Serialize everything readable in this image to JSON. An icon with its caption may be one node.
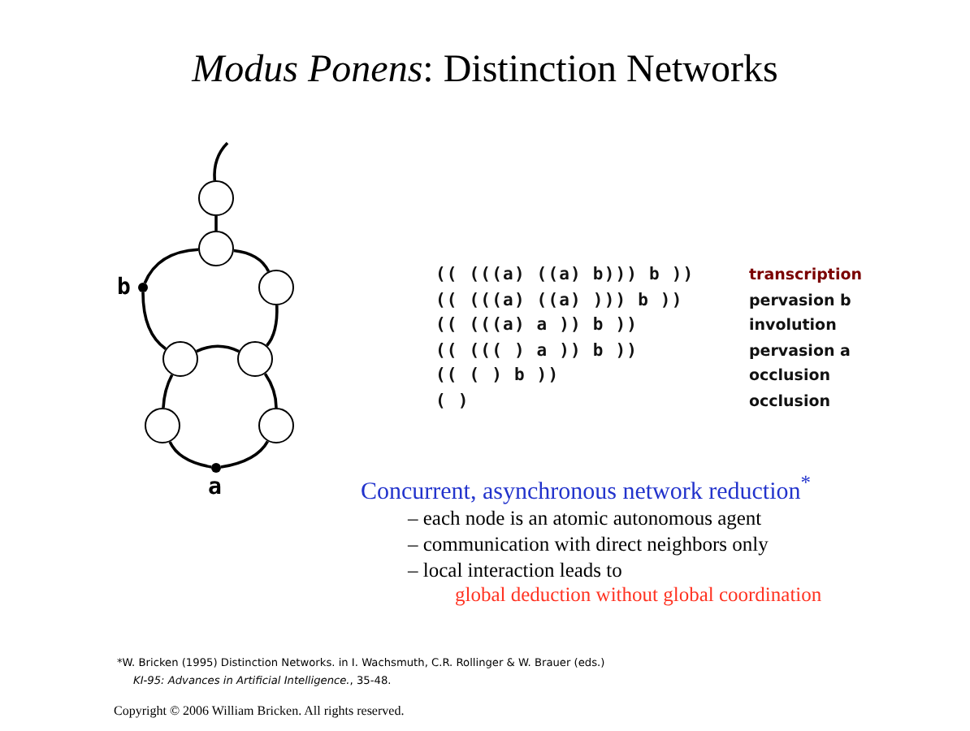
{
  "diagram": {
    "title": "*Modus Ponens*:  Distinction Networks",
    "nodes": [
      {
        "text": [],
        "shape": "circle"
      },
      {
        "text": [],
        "shape": "circle"
      },
      {
        "text": [],
        "shape": "circle"
      },
      {
        "text": [
          "b"
        ]
      },
      {
        "text": [],
        "shape": "circle"
      },
      {
        "text": [],
        "shape": "circle"
      },
      {
        "text": [],
        "shape": "circle"
      },
      {
        "text": [],
        "shape": "circle"
      },
      {
        "text": [
          "a"
        ]
      }
    ],
    "edges": [
      {
        "from": null,
        "to": 0,
        "arrow": "none"
      },
      {
        "from": 0,
        "to": 1,
        "arrow": "none"
      },
      {
        "from": 1,
        "to": 3,
        "arrow": "none"
      },
      {
        "from": 1,
        "to": 2,
        "arrow": "none"
      },
      {
        "from": 3,
        "to": 4,
        "arrow": "none"
      },
      {
        "from": 2,
        "to": 5,
        "arrow": "none"
      },
      {
        "from": 4,
        "to": 5,
        "arrow": "none"
      },
      {
        "from": 4,
        "to": 6,
        "arrow": "none"
      },
      {
        "from": 5,
        "to": 7,
        "arrow": "none"
      },
      {
        "from": 6,
        "to": 8,
        "arrow": "none"
      },
      {
        "from": 8,
        "to": 7,
        "arrow": "none"
      }
    ],
    "labels": [
      "(( (((a) ((a) b))) b ))",
      "transcription",
      "(( (((a) ((a) ))) b ))",
      "pervasion b",
      "(( (((a) a )) b ))",
      "involution",
      "(( ((( ) a )) b ))",
      "pervasion a",
      "(( ( ) b ))",
      "occlusion",
      "( )",
      "occlusion",
      "Concurrent, asynchronous network reduction$^{*}$",
      "– each node is an atomic autonomous agent",
      "– communication with direct neighbors only",
      "– local interaction leads to",
      "global deduction without global coordination",
      "*W. Bricken (1995)  Distinction Networks.  in I. Wachsmuth, C.R. Rollinger & W. Brauer (eds.)",
      "*KI-95:  Advances in Artificial Intelligence.*, 35-48.",
      "Copyright © 2006  William Bricken.  All rights reserved."
    ]
  }
}
